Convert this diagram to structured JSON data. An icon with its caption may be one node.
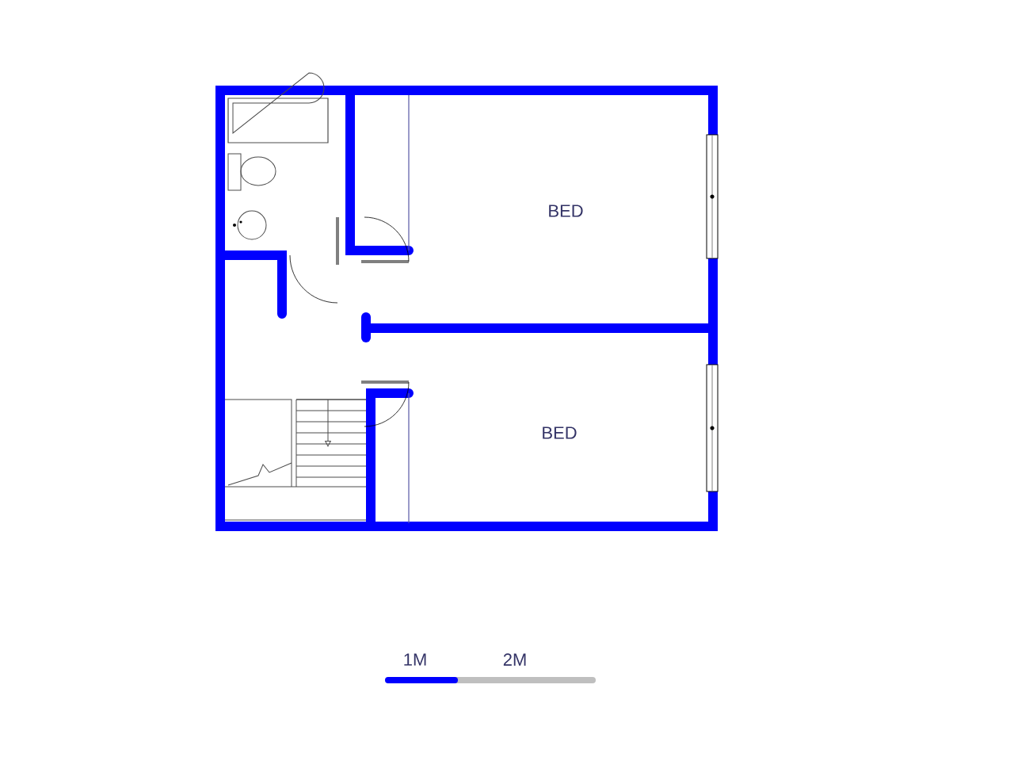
{
  "diagram": {
    "labels": [
      "BED",
      "BED",
      "1M",
      "2M"
    ]
  }
}
